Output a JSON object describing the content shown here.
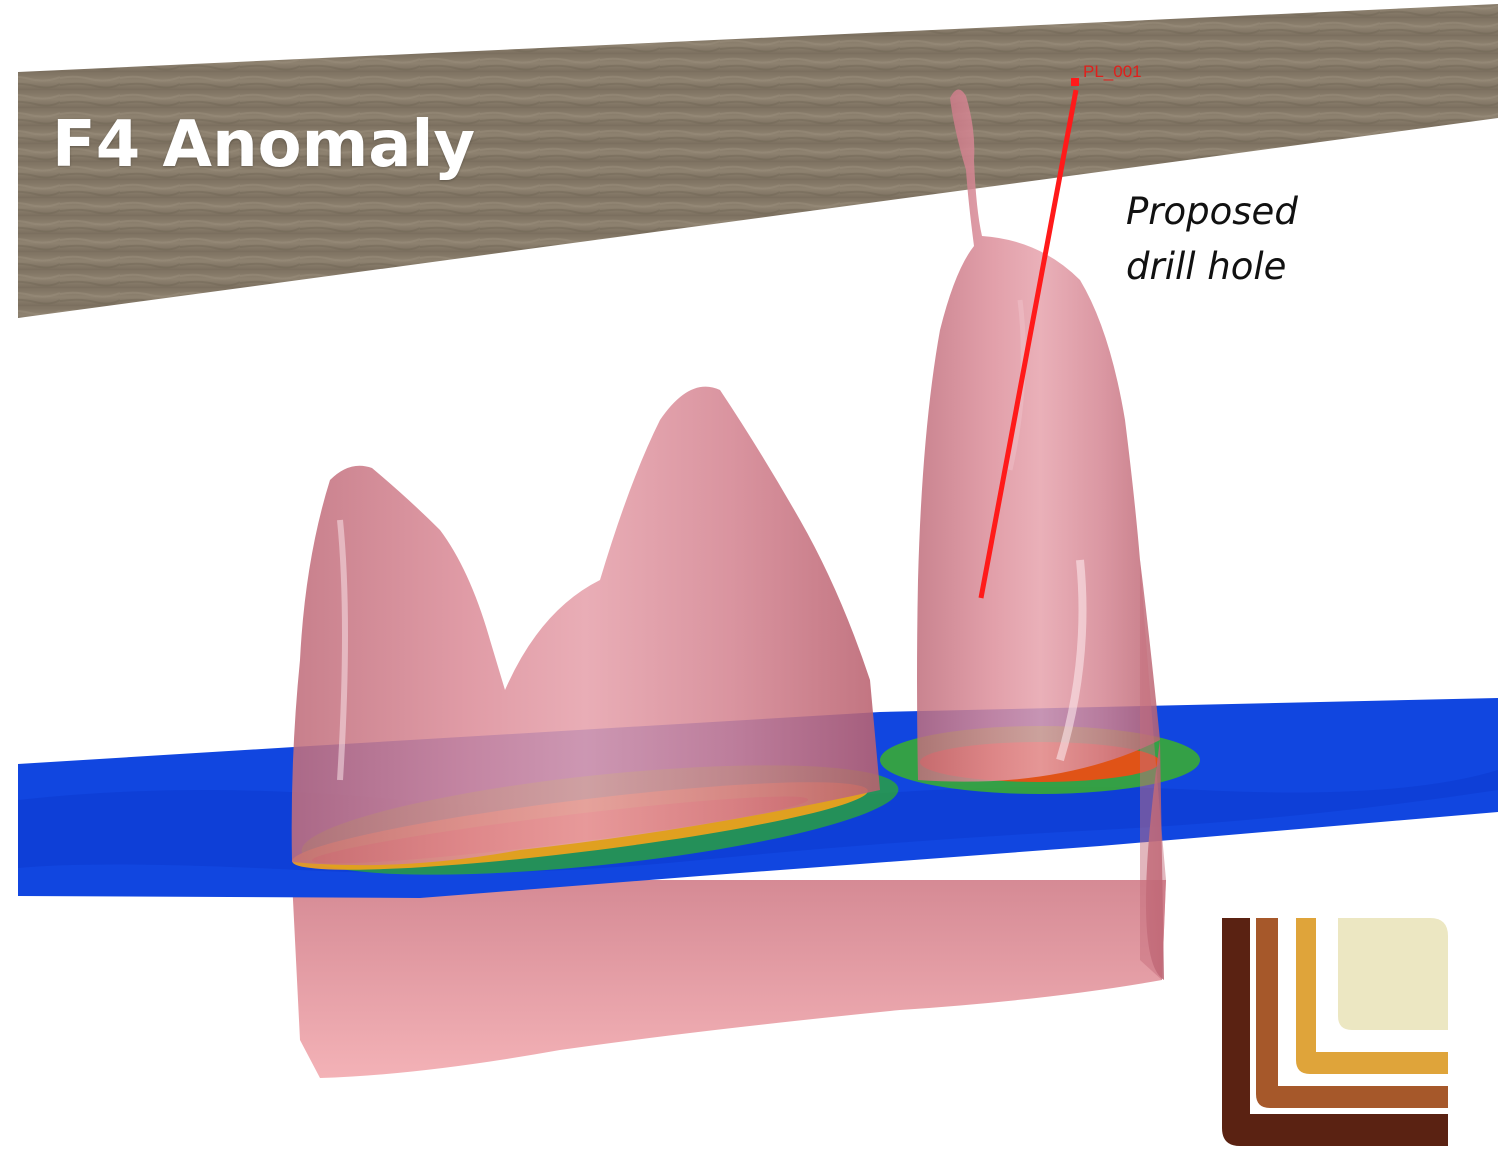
{
  "title": "F4 Anomaly",
  "annotation": {
    "line1": "Proposed",
    "line2": "drill hole"
  },
  "drill_hole_label": "PL_001",
  "colors": {
    "surface_band": "#857866",
    "anomaly_body": "#d9848f",
    "drill_line": "#ff1a1a",
    "section_low": "#1146e0",
    "section_high": "#f23a10",
    "logo_dark": "#5a2212",
    "logo_mid": "#a6582a",
    "logo_gold": "#dfa43a",
    "logo_light": "#ece7c2"
  }
}
